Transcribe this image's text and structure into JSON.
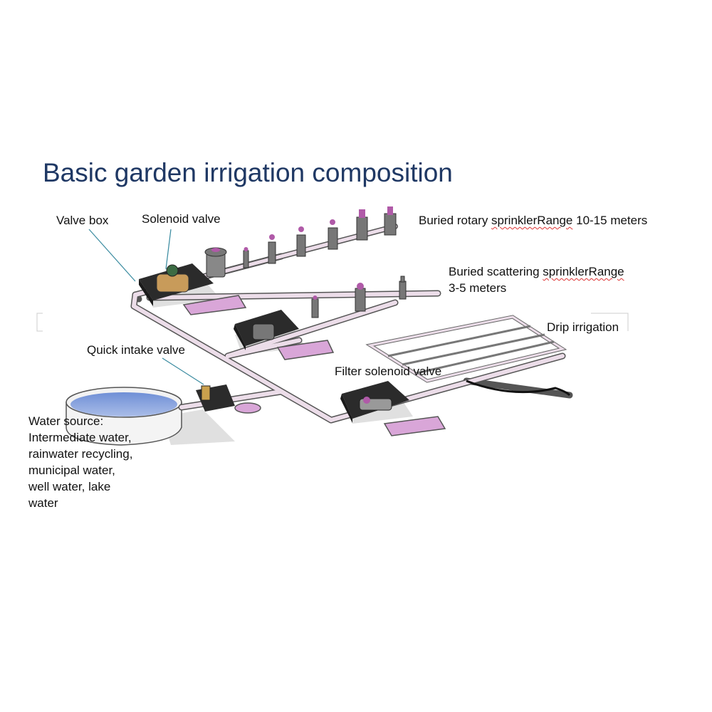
{
  "title": "Basic garden irrigation composition",
  "labels": {
    "valve_box": "Valve box",
    "solenoid_valve": "Solenoid valve",
    "rotary_prefix": "Buried rotary ",
    "rotary_word": "sprinklerRange",
    "rotary_suffix": " 10-15 meters",
    "scatter_prefix": "Buried scattering ",
    "scatter_word": "sprinklerRange",
    "scatter_line2": "3-5 meters",
    "drip": "Drip irrigation",
    "quick_intake": "Quick intake valve",
    "filter_solenoid": "Filter solenoid valve",
    "water_source": [
      "Water source:",
      "Intermediate water,",
      "rainwater recycling,",
      "municipal water,",
      "well water, lake",
      "water"
    ]
  },
  "colors": {
    "title": "#1f3864",
    "pipe": "#ecdde9",
    "pipe_outline": "#555555",
    "valve_box": "#2b2b2b",
    "lid": "#d9a6d8",
    "water": "#8fa6dc",
    "leader": "#3a8ba0"
  }
}
